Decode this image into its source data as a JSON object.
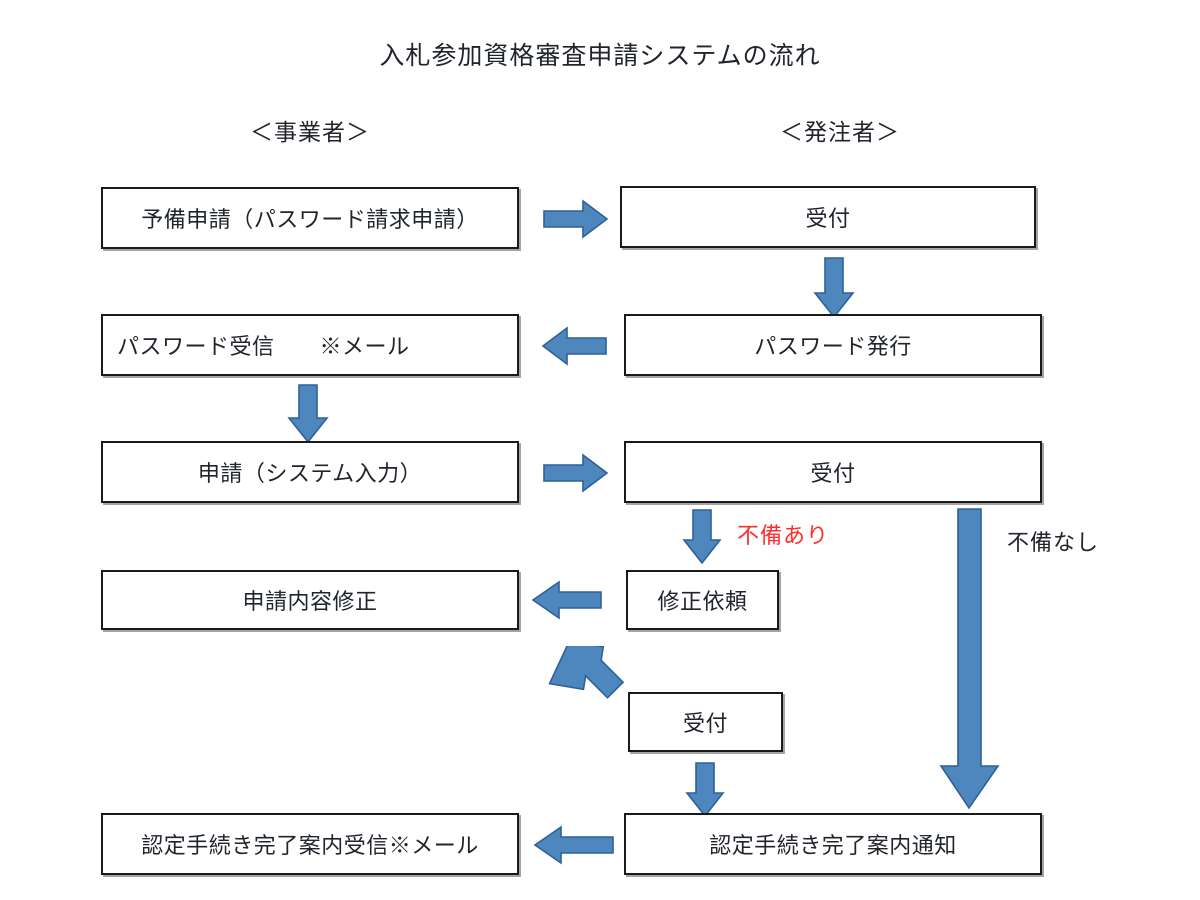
{
  "diagram": {
    "title": "入札参加資格審査申請システムの流れ",
    "columns": {
      "left": "＜事業者＞",
      "right": "＜発注者＞"
    },
    "accent_color": "#4E87BD",
    "accent_border_color": "#2F6099",
    "box_border_color": "#1A1A1A",
    "flag_ng_color": "#FF2D2D",
    "flag_ok_color": "#20252B",
    "boxes": {
      "pre_application": "予備申請（パスワード請求申請）",
      "reception_1": "受付",
      "password_receive": "パスワード受信　　※メール",
      "password_issue": "パスワード発行",
      "application_input": "申請（システム入力）",
      "reception_2": "受付",
      "content_fix": "申請内容修正",
      "fix_request": "修正依頼",
      "reception_3": "受付",
      "completion_receive": "認定手続き完了案内受信※メール",
      "completion_notice": "認定手続き完了案内通知"
    },
    "flags": {
      "has_defect": "不備あり",
      "no_defect": "不備なし"
    }
  }
}
